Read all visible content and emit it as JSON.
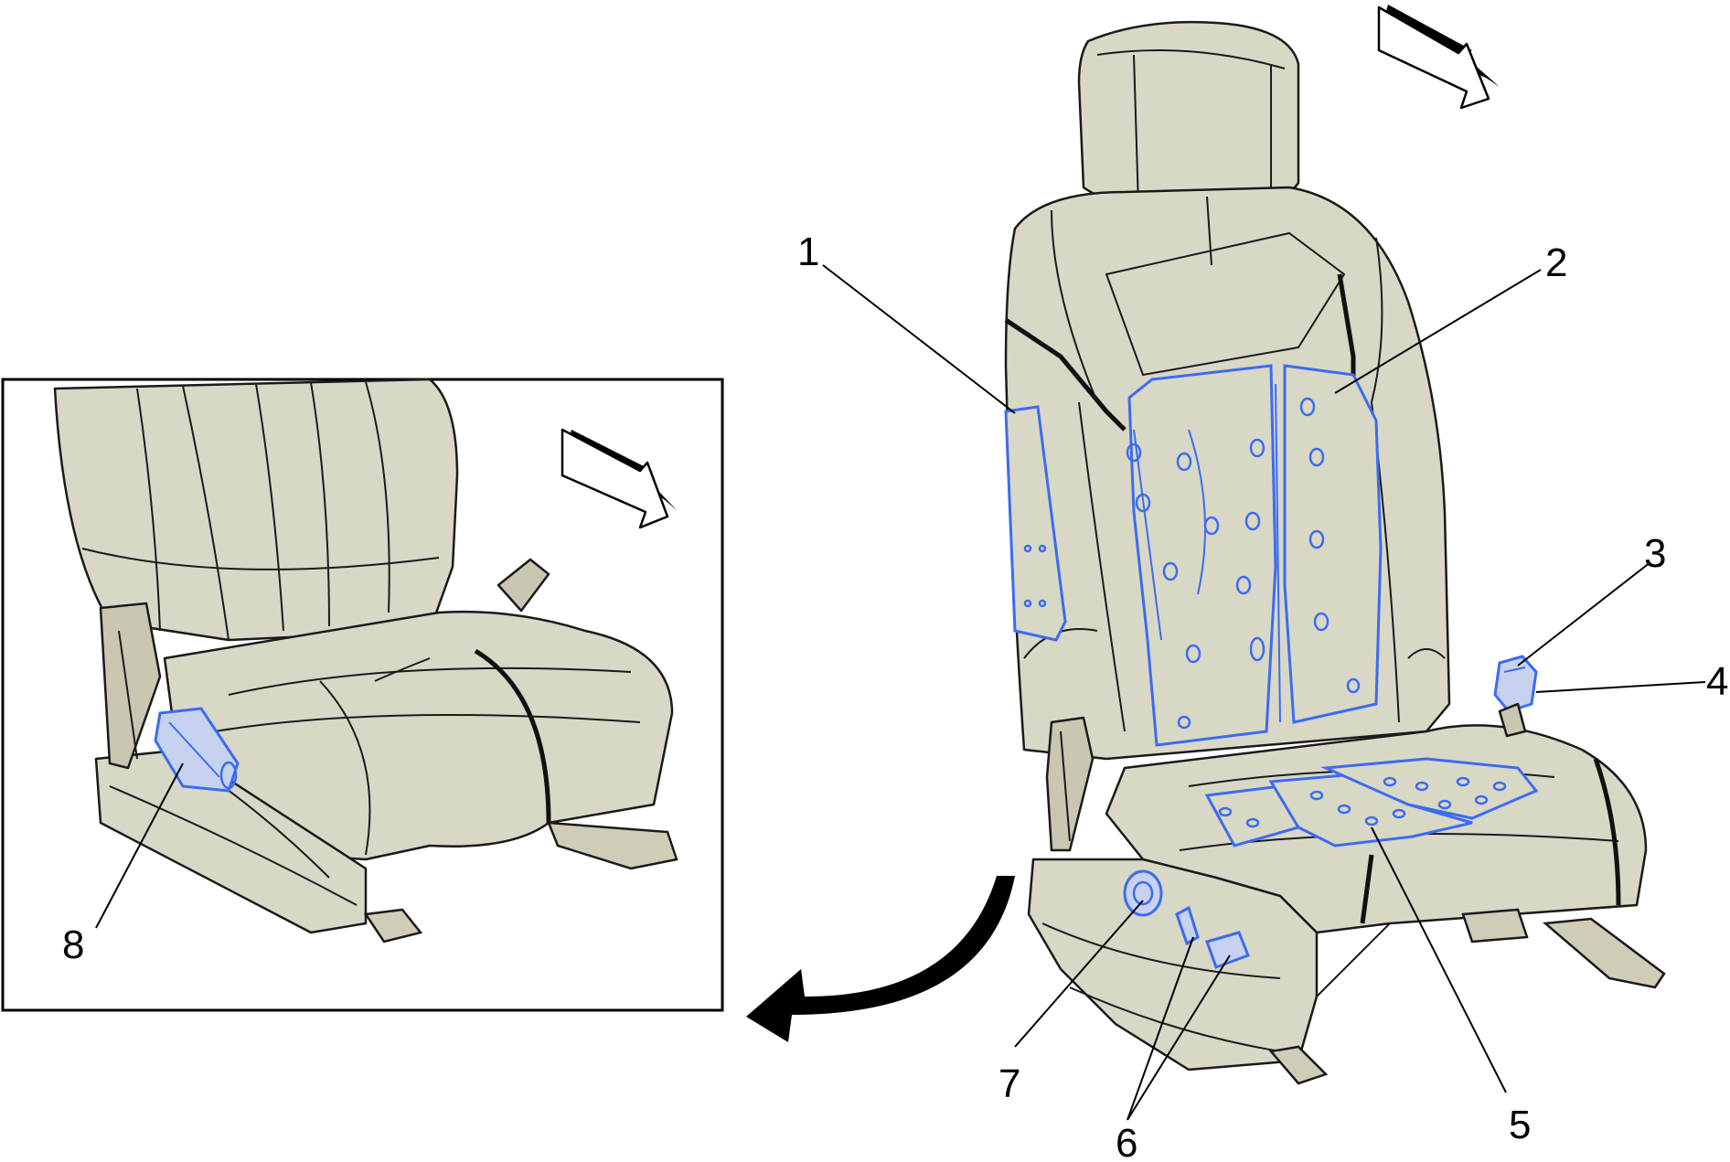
{
  "callouts": {
    "c1": "1",
    "c2": "2",
    "c3": "3",
    "c4": "4",
    "c5": "5",
    "c6": "6",
    "c7": "7",
    "c8": "8"
  },
  "colors": {
    "seat_fill": "#d9d7c6",
    "highlight": "#3b6cf0",
    "outline": "#1a1a1a"
  }
}
